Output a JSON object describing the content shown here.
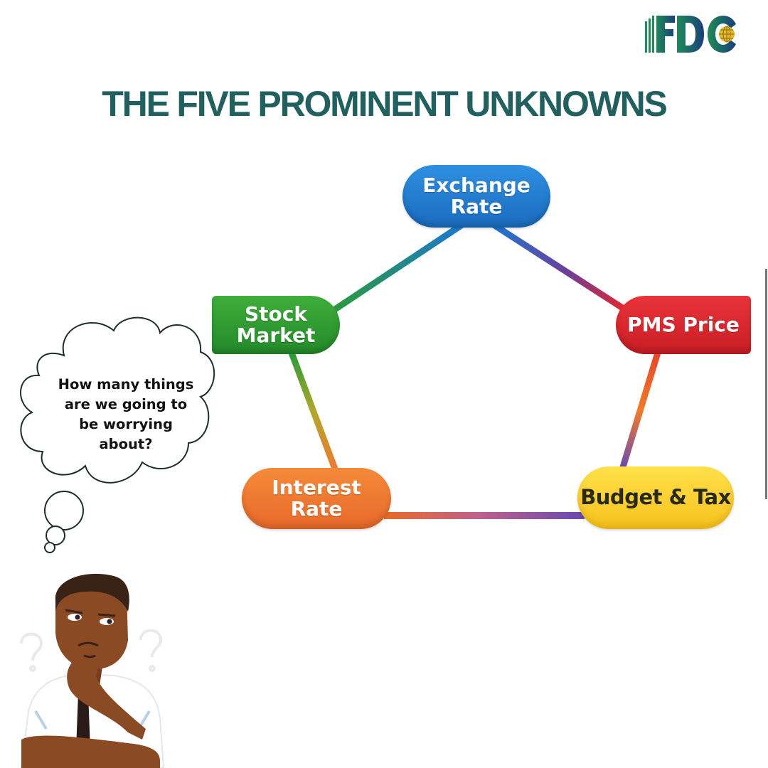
{
  "brand": {
    "logo_text": "FDC",
    "logo_icon": "globe-icon",
    "colors": {
      "primary": "#22605f",
      "gradient_start": "#1f8a5a",
      "gradient_end": "#1a3f7a",
      "globe": "#e3b92a"
    }
  },
  "header": {
    "title": "THE FIVE PROMINENT UNKNOWNS"
  },
  "diagram": {
    "type": "pentagon-cycle",
    "nodes": [
      {
        "id": "exchange",
        "label": "Exchange\nRate",
        "color": "#1f77cf"
      },
      {
        "id": "pms",
        "label": "PMS Price",
        "color": "#d9252b"
      },
      {
        "id": "budget",
        "label": "Budget & Tax",
        "color": "#fbd02e"
      },
      {
        "id": "interest",
        "label": "Interest\nRate",
        "color": "#ef7a30"
      },
      {
        "id": "stock",
        "label": "Stock\nMarket",
        "color": "#2f9a34"
      }
    ],
    "edges": [
      [
        "exchange",
        "pms"
      ],
      [
        "pms",
        "budget"
      ],
      [
        "budget",
        "interest"
      ],
      [
        "interest",
        "stock"
      ],
      [
        "stock",
        "exchange"
      ]
    ]
  },
  "thought_bubble": {
    "text": "How many things\nare we going to\nbe worrying\nabout?"
  },
  "illustration": {
    "subject": "thinking-man",
    "decorations": [
      "question-mark-icon",
      "question-mark-icon"
    ]
  }
}
